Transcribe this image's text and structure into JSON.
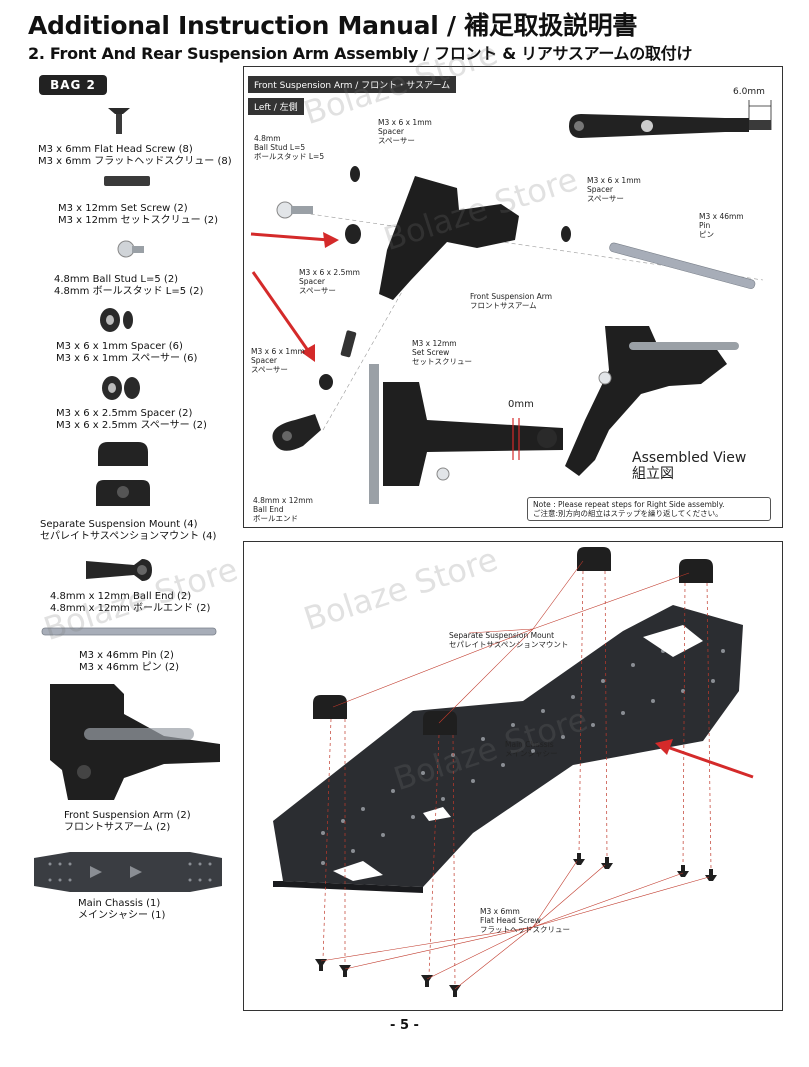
{
  "header": {
    "title": "Additional Instruction Manual / 補足取扱説明書",
    "subtitle": "2. Front And Rear Suspension Arm Assembly / フロント & リアサスアームの取付け"
  },
  "bag": {
    "label": "BAG 2",
    "parts": [
      {
        "en": "M3 x 6mm Flat Head Screw (8)",
        "jp": "M3 x 6mm フラットヘッドスクリュー (8)"
      },
      {
        "en": "M3 x 12mm Set Screw (2)",
        "jp": "M3 x 12mm セットスクリュー (2)"
      },
      {
        "en": "4.8mm Ball Stud L=5 (2)",
        "jp": "4.8mm ボールスタッド L=5 (2)"
      },
      {
        "en": "M3 x 6 x 1mm Spacer (6)",
        "jp": "M3 x 6 x 1mm スペーサー (6)"
      },
      {
        "en": "M3 x 6 x 2.5mm Spacer (2)",
        "jp": "M3 x 6 x 2.5mm スペーサー (2)"
      },
      {
        "en": "Separate Suspension Mount (4)",
        "jp": "セパレイトサスペンションマウント (4)"
      },
      {
        "en": "4.8mm x 12mm Ball End (2)",
        "jp": "4.8mm x 12mm ボールエンド (2)"
      },
      {
        "en": "M3 x 46mm Pin (2)",
        "jp": "M3 x 46mm ピン (2)"
      },
      {
        "en": "Front Suspension Arm (2)",
        "jp": "フロントサスアーム (2)"
      },
      {
        "en": "Main Chassis (1)",
        "jp": "メインシャシー (1)"
      }
    ]
  },
  "top_panel": {
    "section_label": "Front Suspension Arm / フロント・サスアーム",
    "side_label": "Left / 左側",
    "dimension_top": "6.0mm",
    "dimension_mid": "0mm",
    "callouts": {
      "ball_stud": [
        "4.8mm",
        "Ball Stud L=5",
        "ボールスタッド L=5"
      ],
      "spacer_1mm_top": [
        "M3 x 6 x 1mm",
        "Spacer",
        "スペーサー"
      ],
      "spacer_1mm_right": [
        "M3 x 6 x 1mm",
        "Spacer",
        "スペーサー"
      ],
      "pin": [
        "M3 x 46mm",
        "Pin",
        "ピン"
      ],
      "spacer_25": [
        "M3 x 6 x 2.5mm",
        "Spacer",
        "スペーサー"
      ],
      "front_arm": [
        "Front Suspension Arm",
        "フロントサスアーム"
      ],
      "set_screw": [
        "M3 x 12mm",
        "Set Screw",
        "セットスクリュー"
      ],
      "spacer_1mm_left": [
        "M3 x 6 x 1mm",
        "Spacer",
        "スペーサー"
      ],
      "ball_end": [
        "4.8mm x 12mm",
        "Ball End",
        "ボールエンド"
      ]
    },
    "assembled": {
      "en": "Assembled View",
      "jp": "組立図"
    },
    "note": {
      "en": "Note : Please repeat steps for Right Side assembly.",
      "jp": "ご注意:別方向の組立はステップを繰り返してください。"
    }
  },
  "bottom_panel": {
    "mount_callout": [
      "Separate Suspension Mount",
      "セパレイトサスペンションマウント"
    ],
    "chassis_callout": [
      "Main Chassis",
      "メインシャシー"
    ],
    "screw_callout": [
      "M3 x 6mm",
      "Flat Head Screw",
      "フラットヘッドスクリュー"
    ]
  },
  "footer": {
    "page": "- 5 -"
  },
  "watermark": "Bolaze Store",
  "colors": {
    "part": "#1e1e1e",
    "pin": "#a7adb8",
    "arrow": "#d42a2a",
    "leader": "#c0392b"
  }
}
